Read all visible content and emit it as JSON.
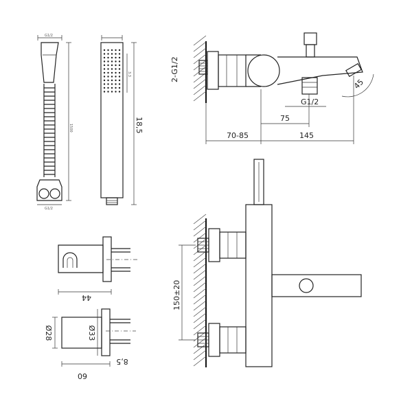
{
  "dimensions": {
    "thread_side": "2-G1/2",
    "outlet_thread": "G1/2",
    "spout_offset": "75",
    "wall_offset": "70-85",
    "body_length": "145",
    "angle": "45",
    "handshower_length": "18,5",
    "center_distance": "150±20",
    "holder_depth": "44",
    "outer_diameter": "Ø28",
    "inner_diameter": "Ø33",
    "holder_width": "60",
    "plate_thickness": "8,5",
    "hose_length_small": "1500",
    "hose_end_small": "G1/2",
    "handshower_dia_small": "3.3"
  }
}
